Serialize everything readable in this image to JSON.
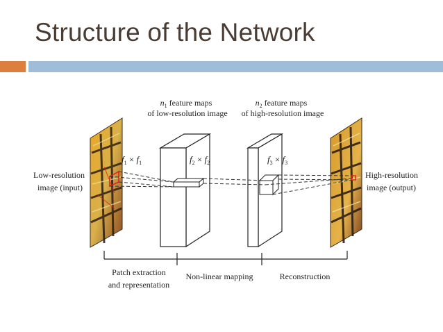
{
  "slide": {
    "title": "Structure of the Network",
    "accent_orange": "#dd7e3e",
    "accent_blue": "#9fbcd8",
    "title_color": "#4a3c33"
  },
  "diagram": {
    "n1_label_prefix": "n",
    "n1_label_sub": "1",
    "n1_label_suffix": " feature maps",
    "n1_label_line2": "of low-resolution image",
    "n2_label_prefix": "n",
    "n2_label_sub": "2",
    "n2_label_suffix": " feature maps",
    "n2_label_line2": "of high-resolution image",
    "input_label_line1": "Low-resolution",
    "input_label_line2": "image (input)",
    "output_label_line1": "High-resolution",
    "output_label_line2": "image (output)",
    "f1": {
      "a": "f",
      "a_sub": "1",
      "times": " × ",
      "b": "f",
      "b_sub": "1"
    },
    "f2": {
      "a": "f",
      "a_sub": "2",
      "times": " × ",
      "b": "f",
      "b_sub": "2"
    },
    "f3": {
      "a": "f",
      "a_sub": "3",
      "times": " × ",
      "b": "f",
      "b_sub": "3"
    },
    "stage1_line1": "Patch extraction",
    "stage1_line2": "and representation",
    "stage2": "Non-linear mapping",
    "stage3": "Reconstruction"
  }
}
